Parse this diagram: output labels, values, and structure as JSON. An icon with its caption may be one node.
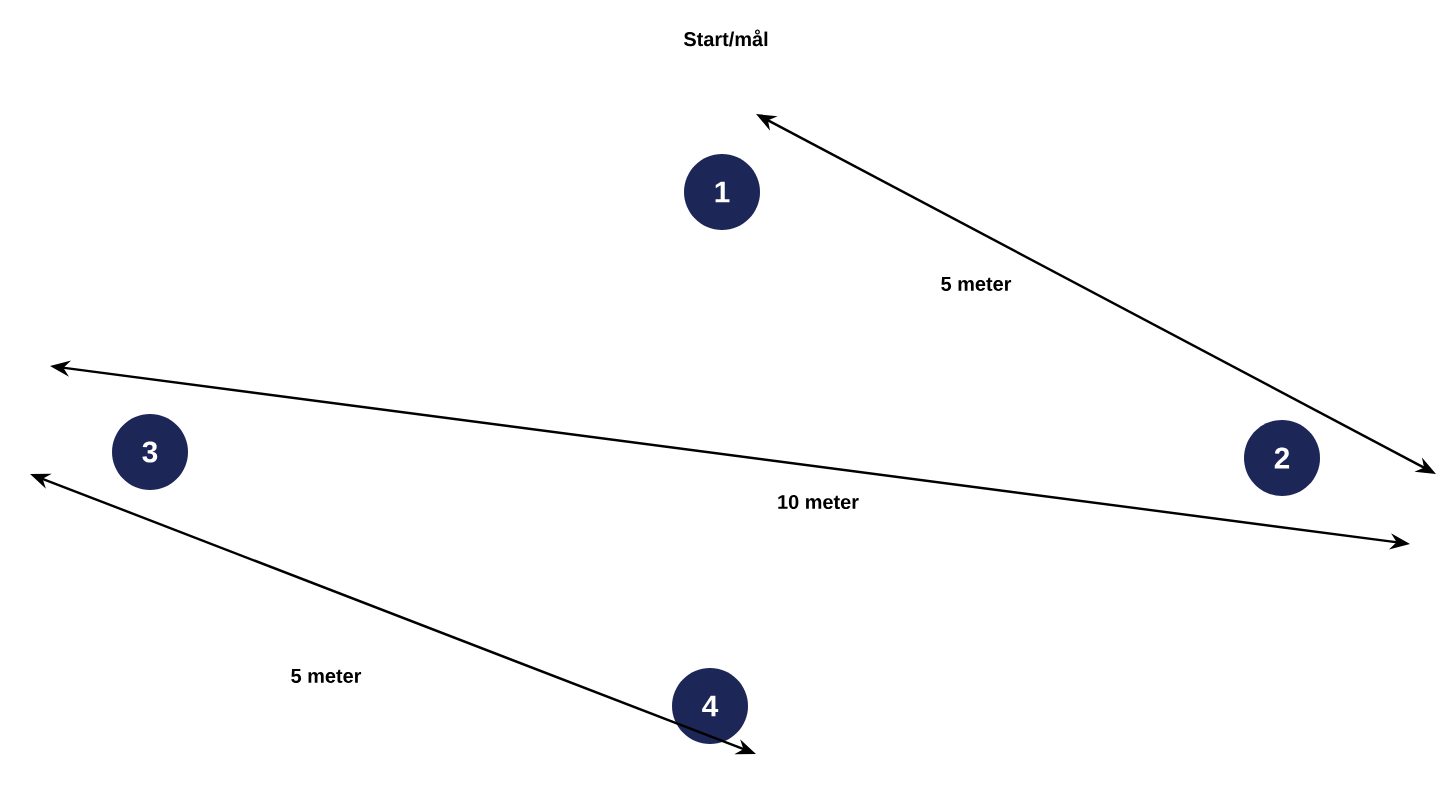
{
  "diagram": {
    "labels": [
      "Start/mål"
    ],
    "nodes": [
      {
        "text": [
          "1"
        ]
      },
      {
        "text": [
          "2"
        ]
      },
      {
        "text": [
          "3"
        ]
      },
      {
        "text": [
          "4"
        ]
      }
    ],
    "edges": [
      {
        "from": 0,
        "to": 1,
        "arrow": "both",
        "label": "5 meter"
      },
      {
        "from": 2,
        "to": 1,
        "arrow": "both",
        "label": "10 meter"
      },
      {
        "from": 2,
        "to": 3,
        "arrow": "both",
        "label": "5 meter"
      }
    ]
  }
}
